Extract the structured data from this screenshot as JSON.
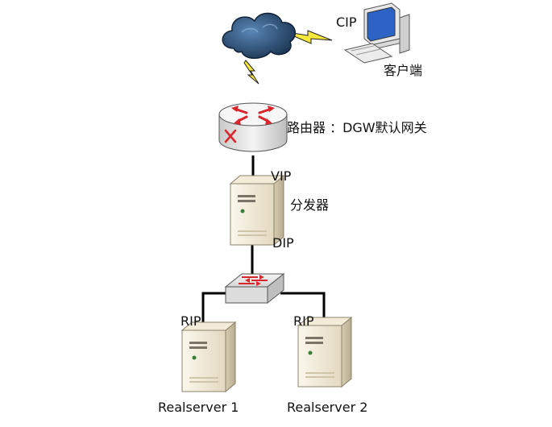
{
  "labels": {
    "cip": "CIP",
    "client": "客户端",
    "router": "路由器 ：DGW默认网关",
    "vip": "VIP",
    "director": "分发器",
    "dip": "DIP",
    "rip1": "RIP",
    "rip2": "RIP",
    "realserver1": "Realserver 1",
    "realserver2": "Realserver 2"
  },
  "icons": {
    "cloud": "internet-cloud-icon",
    "lightning": "lightning-link-icon",
    "client": "desktop-computer-icon",
    "router": "router-icon",
    "director": "server-tower-icon",
    "switch": "network-switch-icon",
    "server": "server-tower-icon"
  },
  "colors": {
    "link": "#000000",
    "lightning": "#f5e83a",
    "arrow": "#d9252b",
    "cloud": "#1f3d5c",
    "server_body": "#efe7d4"
  }
}
